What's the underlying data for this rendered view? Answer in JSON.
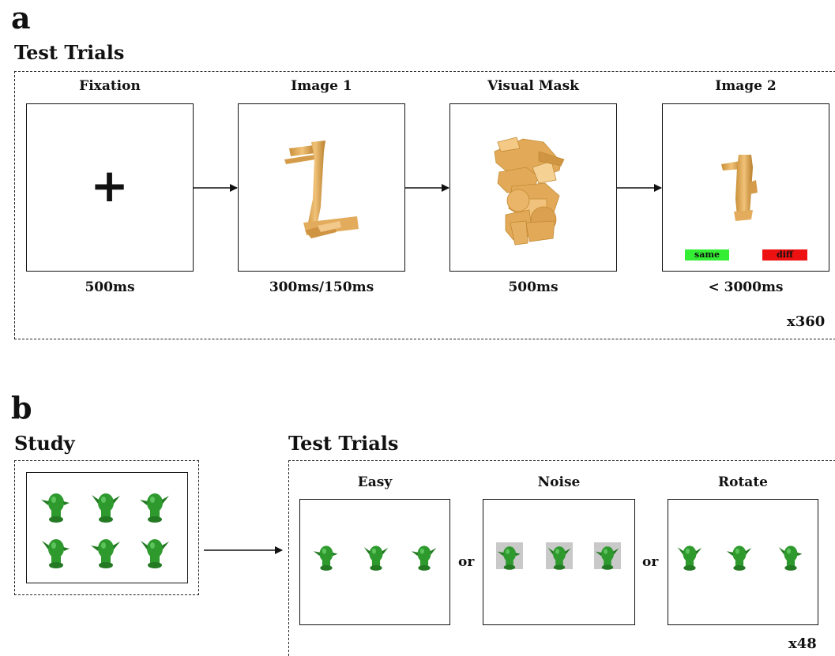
{
  "panel_a": {
    "letter": "a",
    "title": "Test Trials",
    "steps": [
      {
        "label": "Fixation",
        "duration": "500ms"
      },
      {
        "label": "Image 1",
        "duration": "300ms/150ms"
      },
      {
        "label": "Visual Mask",
        "duration": "500ms"
      },
      {
        "label": "Image 2",
        "duration": "< 3000ms"
      }
    ],
    "fixation_symbol": "+",
    "response_buttons": {
      "same": "same",
      "diff": "diff",
      "same_color": "#33ee33",
      "diff_color": "#ee1111"
    },
    "repeat": "x360",
    "object_color": "#e0a850"
  },
  "panel_b": {
    "letter": "b",
    "study_title": "Study",
    "test_title": "Test Trials",
    "conditions": [
      "Easy",
      "Noise",
      "Rotate"
    ],
    "or_text": "or",
    "repeat": "x48",
    "object_color": "#2e9a2e"
  }
}
